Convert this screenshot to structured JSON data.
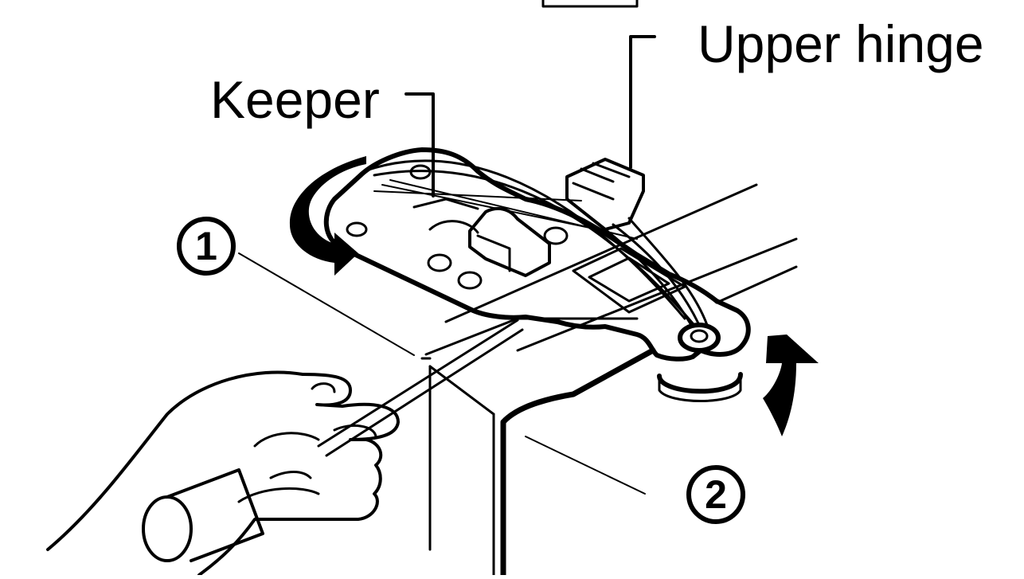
{
  "labels": {
    "upper_hinge": "Upper hinge",
    "keeper": "Keeper"
  },
  "steps": {
    "step_1": "1",
    "step_2": "2"
  }
}
